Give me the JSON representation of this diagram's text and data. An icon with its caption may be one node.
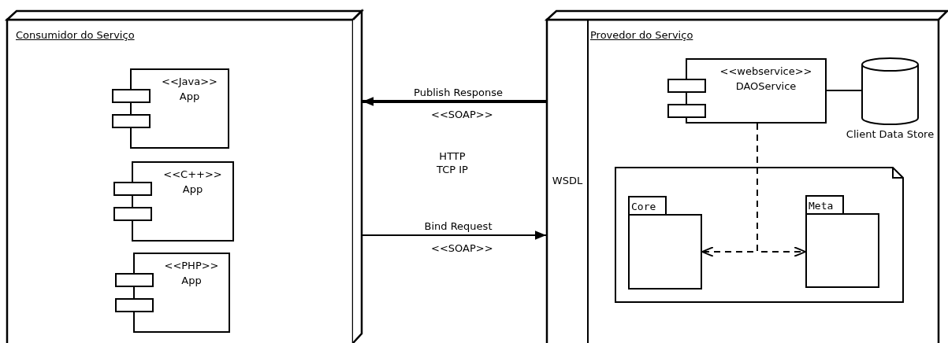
{
  "diagram": {
    "nodes": [
      {
        "text": [
          "Consumidor do Serviço"
        ]
      },
      {
        "text": [
          "<<Java>>",
          "App"
        ],
        "in": 0
      },
      {
        "text": [
          "<<C++>>",
          "App"
        ],
        "in": 0
      },
      {
        "text": [
          "<<PHP>>",
          "App"
        ],
        "in": 0
      },
      {
        "text": [
          "Provedor do Serviço"
        ]
      },
      {
        "text": [
          "WSDL"
        ],
        "in": 4
      },
      {
        "text": [
          "<<webservice>>",
          "DAOService"
        ],
        "in": 4
      },
      {
        "text": [],
        "shape": "cylinder",
        "beside": [
          "Client Data Store"
        ],
        "in": 4
      },
      {
        "text": [],
        "shape": "note",
        "in": 4
      },
      {
        "text": [
          "Core"
        ],
        "in": 8
      },
      {
        "text": [
          "Meta"
        ],
        "in": 8
      }
    ],
    "edges": [
      {
        "from": 5,
        "to": 0,
        "arrow": "to",
        "label": "Publish Response",
        "style": "thick"
      },
      {
        "from": 0,
        "to": 5,
        "arrow": "to",
        "label": "Bind Request"
      },
      {
        "from": 6,
        "to": 7,
        "arrow": "none"
      },
      {
        "from": 6,
        "to": 9,
        "arrow": "to",
        "style": "dashed"
      },
      {
        "from": 6,
        "to": 10,
        "arrow": "to",
        "style": "dashed"
      }
    ],
    "labels": [
      "<<SOAP>>",
      "HTTP TCP IP",
      "<<SOAP>>"
    ]
  }
}
